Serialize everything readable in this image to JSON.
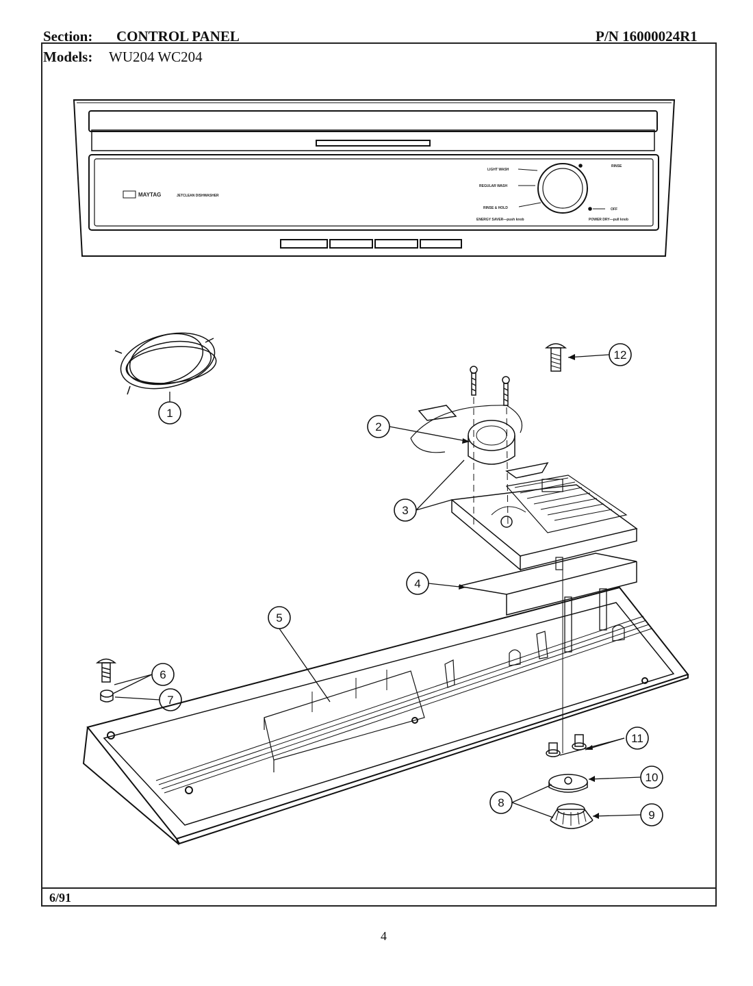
{
  "header": {
    "section_label": "Section:",
    "section_value": "CONTROL PANEL",
    "part_number": "P/N 16000024R1",
    "models_label": "Models:",
    "models_value": "WU204  WC204"
  },
  "footer": {
    "date": "6/91",
    "page": "4"
  },
  "panel": {
    "brand": "MAYTAG",
    "product": "JETCLEAN DISHWASHER",
    "dial_left_labels": [
      "LIGHT WASH",
      "REGULAR WASH",
      "RINSE & HOLD",
      "ENERGY SAVER—push knob"
    ],
    "dial_right_labels": [
      "RINSE",
      "OFF",
      "POWER DRY—pull knob"
    ]
  },
  "callouts": [
    "1",
    "2",
    "3",
    "4",
    "5",
    "6",
    "7",
    "8",
    "9",
    "10",
    "11",
    "12"
  ]
}
